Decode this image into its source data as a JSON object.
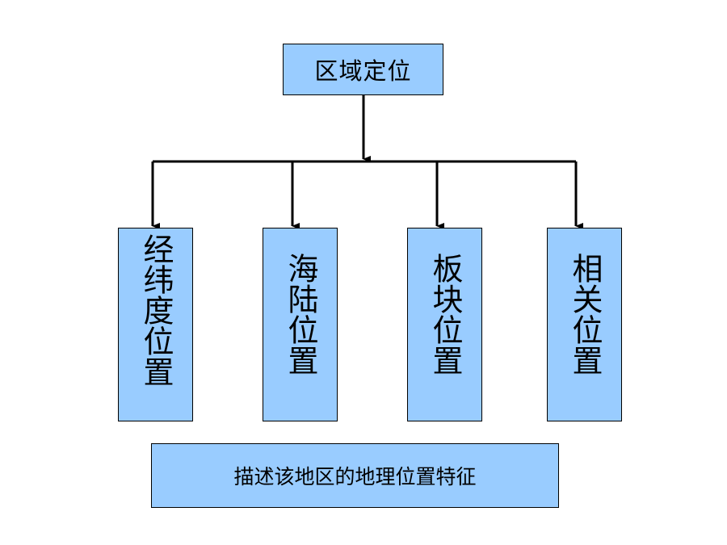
{
  "diagram": {
    "root": {
      "label": "区域定位"
    },
    "children": [
      {
        "label": "经纬度位置"
      },
      {
        "label": "海陆位置"
      },
      {
        "label": "板块位置"
      },
      {
        "label": "相关位置"
      }
    ],
    "summary": {
      "label": "描述该地区的地理位置特征"
    },
    "colors": {
      "box_fill": "#99ccff",
      "box_border": "#000000",
      "connector": "#000000"
    }
  }
}
